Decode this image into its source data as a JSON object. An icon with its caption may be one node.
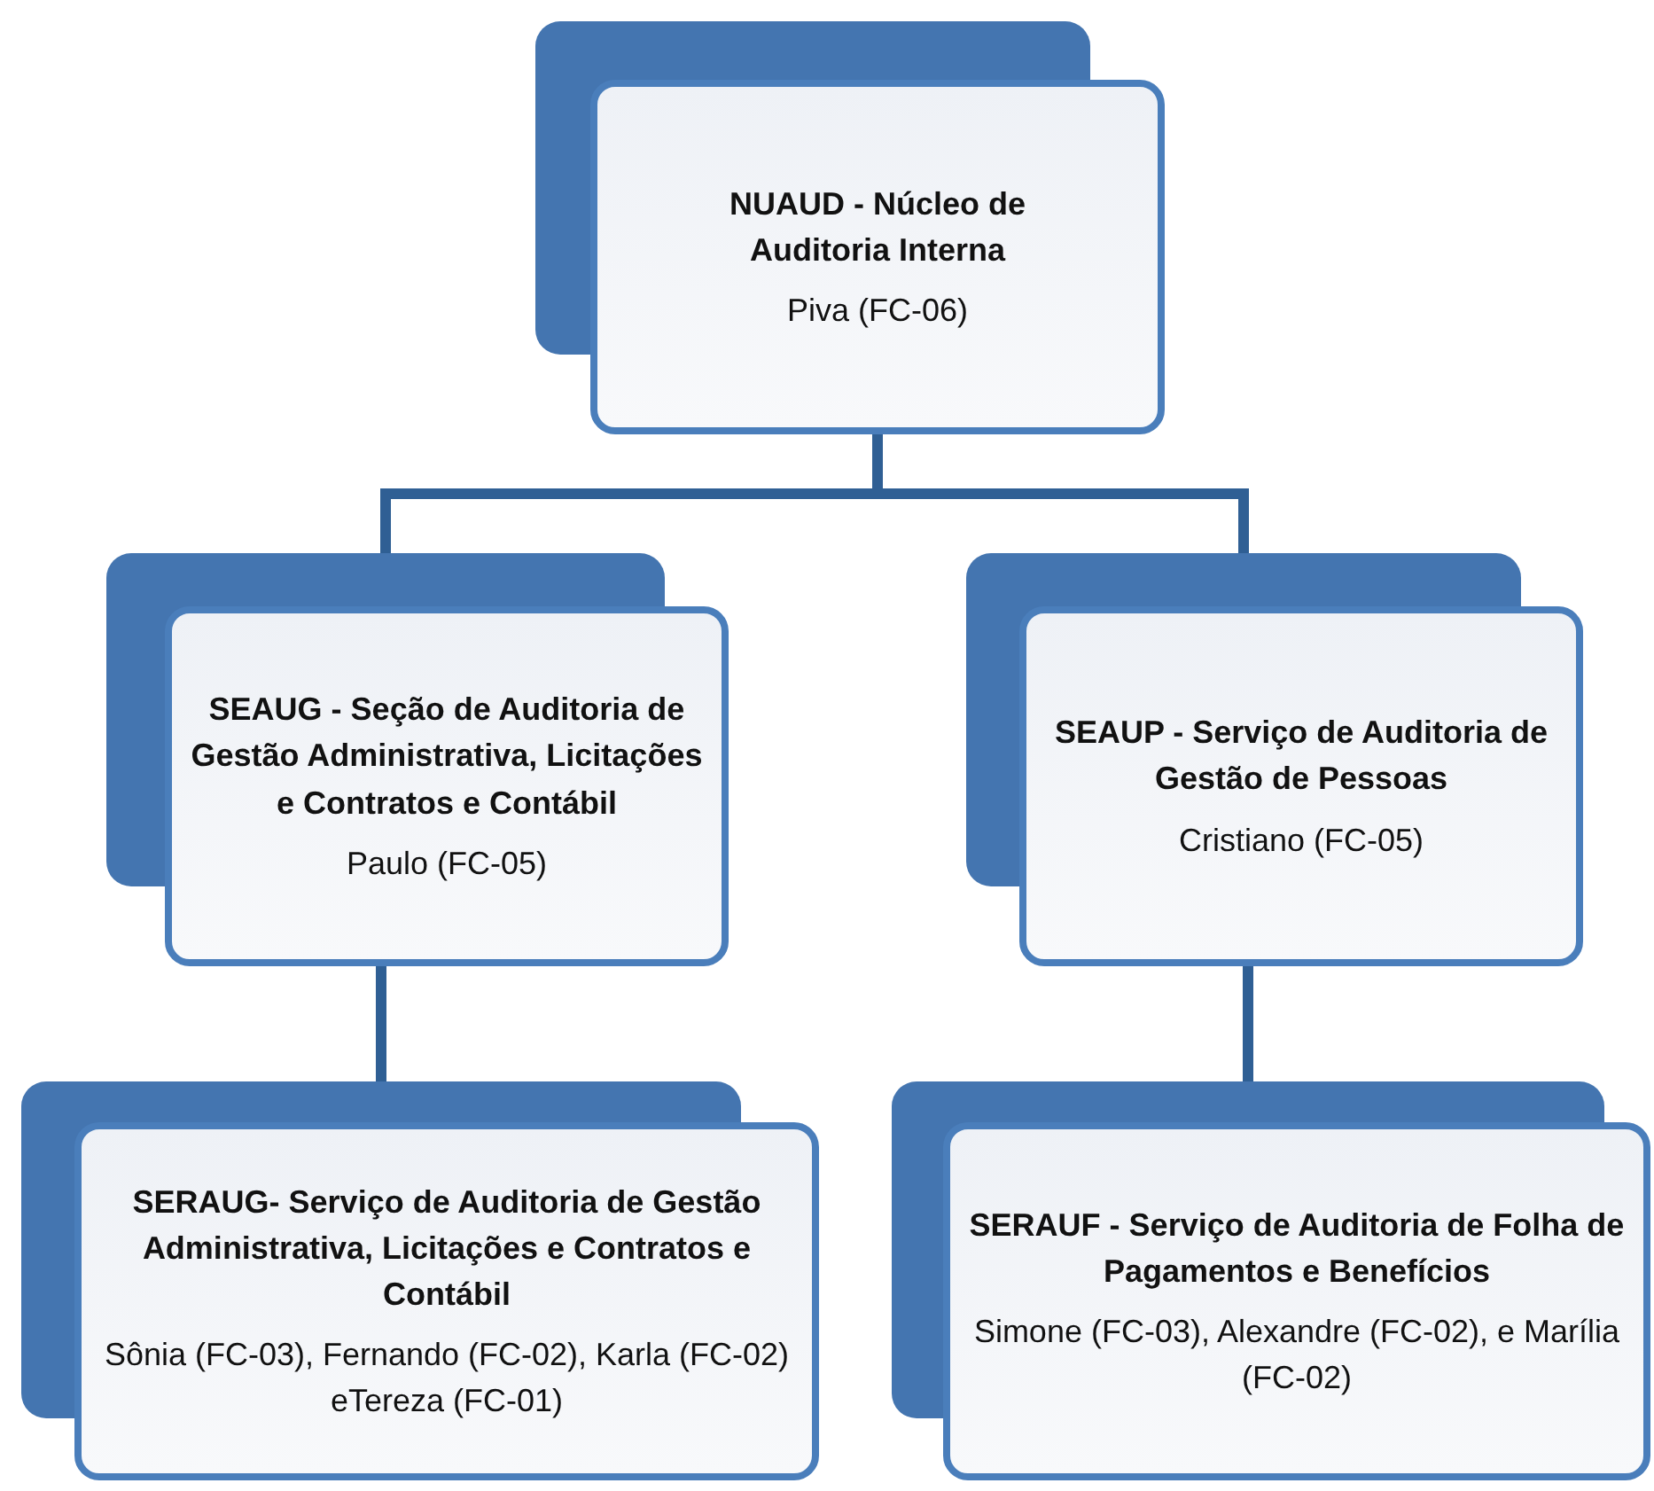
{
  "diagram": {
    "nodes": [
      {
        "text": [
          "NUAUD - Núcleo de Auditoria Interna",
          "Piva (FC-06)"
        ]
      },
      {
        "text": [
          "SEAUG - Seção de Auditoria de Gestão Administrativa, Licitações e Contratos e Contábil",
          "Paulo (FC-05)"
        ]
      },
      {
        "text": [
          "SEAUP - Serviço de Auditoria de Gestão de Pessoas",
          "Cristiano (FC-05)"
        ]
      },
      {
        "text": [
          "SERAUG- Serviço de Auditoria de Gestão Administrativa, Licitações e Contratos e Contábil",
          "Sônia (FC-03), Fernando (FC-02), Karla (FC-02) eTereza (FC-01)"
        ]
      },
      {
        "text": [
          "SERAUF - Serviço de Auditoria de Folha de Pagamentos e Benefícios",
          "Simone (FC-03), Alexandre (FC-02), e Marília (FC-02)"
        ]
      }
    ],
    "edges": [
      {
        "from": 0,
        "to": 1,
        "arrow": "none"
      },
      {
        "from": 0,
        "to": 2,
        "arrow": "none"
      },
      {
        "from": 1,
        "to": 3,
        "arrow": "none"
      },
      {
        "from": 2,
        "to": 4,
        "arrow": "none"
      }
    ]
  }
}
